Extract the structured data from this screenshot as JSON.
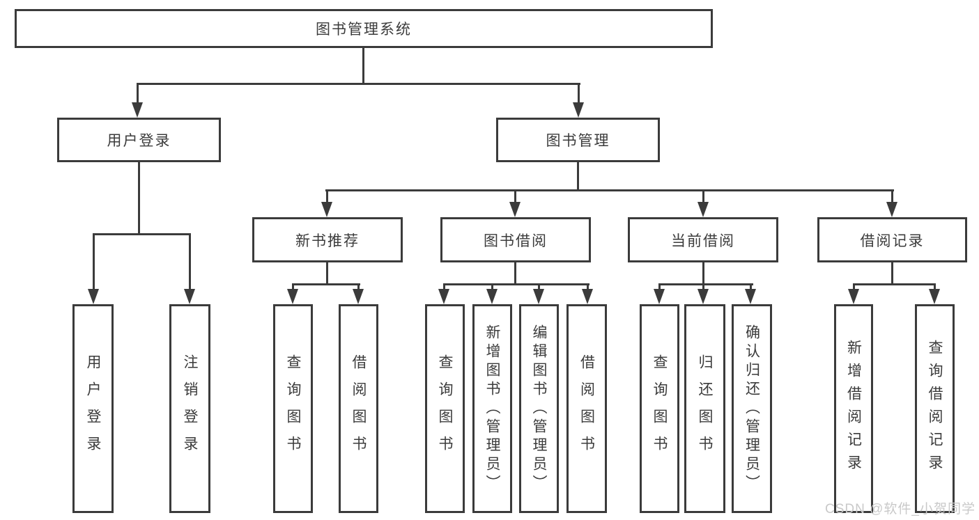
{
  "diagram": {
    "root": {
      "label": "图书管理系统"
    },
    "level2": [
      {
        "id": "user-login-group",
        "label": "用户登录"
      },
      {
        "id": "book-management",
        "label": "图书管理"
      }
    ],
    "level3": [
      {
        "id": "new-book-recommend",
        "label": "新书推荐",
        "parent": "图书管理"
      },
      {
        "id": "book-borrowing",
        "label": "图书借阅",
        "parent": "图书管理"
      },
      {
        "id": "current-borrowing",
        "label": "当前借阅",
        "parent": "图书管理"
      },
      {
        "id": "borrowing-records",
        "label": "借阅记录",
        "parent": "图书管理"
      }
    ],
    "leaves": [
      {
        "id": "user-login",
        "label": "用户登录",
        "parent": "用户登录"
      },
      {
        "id": "logout",
        "label": "注销登录",
        "parent": "用户登录"
      },
      {
        "id": "query-books-1",
        "label": "查询图书",
        "parent": "新书推荐"
      },
      {
        "id": "borrow-books-1",
        "label": "借阅图书",
        "parent": "新书推荐"
      },
      {
        "id": "query-books-2",
        "label": "查询图书",
        "parent": "图书借阅"
      },
      {
        "id": "add-book-admin",
        "label": "新增图书（管理员）",
        "parent": "图书借阅"
      },
      {
        "id": "edit-book-admin",
        "label": "编辑图书（管理员）",
        "parent": "图书借阅"
      },
      {
        "id": "borrow-books-2",
        "label": "借阅图书",
        "parent": "图书借阅"
      },
      {
        "id": "query-books-3",
        "label": "查询图书",
        "parent": "当前借阅"
      },
      {
        "id": "return-book",
        "label": "归还图书",
        "parent": "当前借阅"
      },
      {
        "id": "confirm-return-admin",
        "label": "确认归还（管理员）",
        "parent": "当前借阅"
      },
      {
        "id": "add-borrow-record",
        "label": "新增借阅记录",
        "parent": "借阅记录"
      },
      {
        "id": "query-borrow-record",
        "label": "查询借阅记录",
        "parent": "借阅记录"
      }
    ]
  },
  "watermark": {
    "text": "CSDN @软件_小贺同学"
  },
  "colors": {
    "line": "#3b3b3b",
    "text": "#3b3b3b",
    "watermark": "#c9c9c9",
    "background": "#ffffff"
  }
}
